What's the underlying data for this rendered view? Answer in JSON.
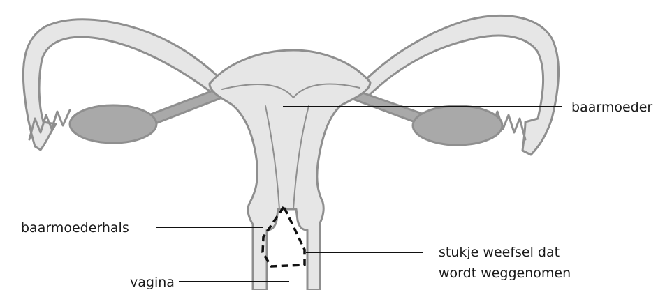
{
  "labels": {
    "uterus": "baarmoeder",
    "cervix": "baarmoederhals",
    "vagina": "vagina",
    "tissue_line1": "stukje weefsel dat",
    "tissue_line2": "wordt weggenomen"
  },
  "colors": {
    "background": "#ffffff",
    "organ_fill": "#e6e6e6",
    "outline": "#8f8f8f",
    "ovary_fill": "#a9a9a9",
    "pointer_line": "#111111",
    "excision_outline": "#111111"
  }
}
